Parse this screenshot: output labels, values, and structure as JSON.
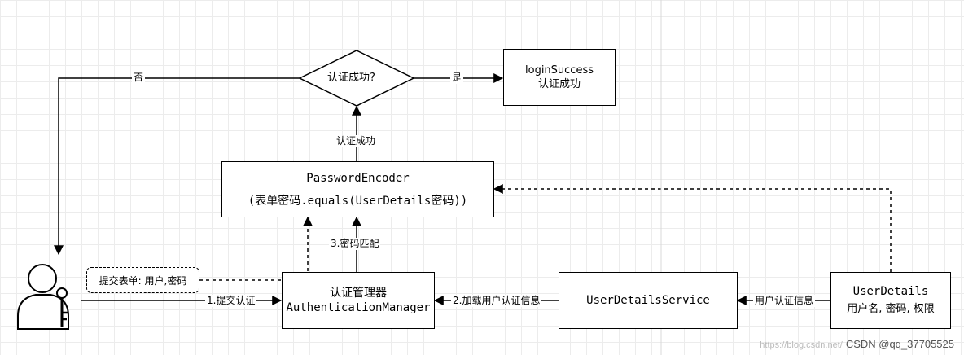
{
  "decision": {
    "text": "认证成功?"
  },
  "login_success": {
    "line1": "loginSuccess",
    "line2": "认证成功"
  },
  "password_encoder": {
    "line1": "PasswordEncoder",
    "line2": "(表单密码.equals(UserDetails密码))"
  },
  "auth_manager": {
    "line1": "认证管理器",
    "line2": "AuthenticationManager"
  },
  "user_details_service": {
    "text": "UserDetailsService"
  },
  "user_details": {
    "line1": "UserDetails",
    "line2": "用户名, 密码, 权限"
  },
  "form_note": {
    "text": "提交表单: 用户,密码"
  },
  "labels": {
    "no": "否",
    "yes": "是",
    "auth_success": "认证成功",
    "step1": "1.提交认证",
    "step2": "2.加载用户认证信息",
    "step3": "3.密码匹配",
    "user_auth_info": "用户认证信息"
  },
  "watermark": {
    "faint": "https://blog.csdn.net/",
    "text": "CSDN @qq_37705525"
  },
  "icons": {
    "user": "user-key-icon"
  }
}
